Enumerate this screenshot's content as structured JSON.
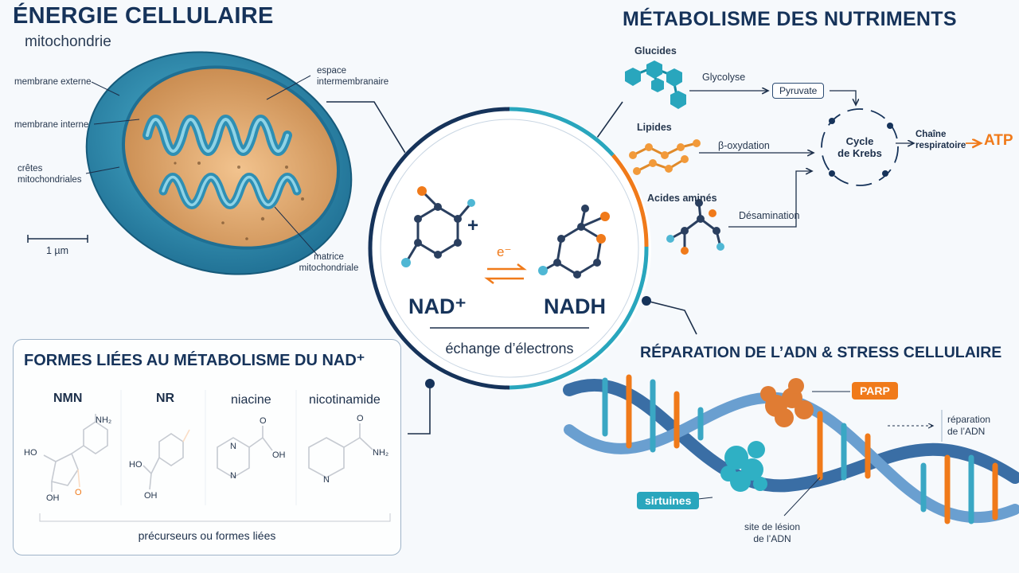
{
  "energy": {
    "title": "ÉNERGIE CELLULAIRE",
    "subtitle": "mitochondrie",
    "labels": {
      "outer_membrane": "membrane externe",
      "inner_membrane": "membrane interne",
      "cristae_1": "crêtes",
      "cristae_2": "mitochondriales",
      "intermembrane_1": "espace",
      "intermembrane_2": "intermembranaire",
      "matrix_1": "matrice",
      "matrix_2": "mitochondriale"
    },
    "scale": "1 µm"
  },
  "center": {
    "nad": "NAD⁺",
    "nadh": "NADH",
    "electron": "e⁻",
    "plus": "+",
    "exchange": "échange d’électrons"
  },
  "metabolism": {
    "title": "MÉTABOLISME DES NUTRIMENTS",
    "sources": [
      "Glucides",
      "Lipides",
      "Acides aminés"
    ],
    "processes": [
      "Glycolyse",
      "β-oxydation",
      "Désamination"
    ],
    "pyruvate": "Pyruvate",
    "krebs_1": "Cycle",
    "krebs_2": "de Krebs",
    "chain_1": "Chaîne",
    "chain_2": "respiratoire",
    "atp": "ATP",
    "colors": {
      "accent": "#f07a1a",
      "navy": "#16335a",
      "teal": "#29a6bd"
    }
  },
  "forms": {
    "title": "FORMES LIÉES AU MÉTABOLISME DU NAD⁺",
    "names": [
      "NMN",
      "NR",
      "niacine",
      "nicotinamide"
    ],
    "footer": "précurseurs ou formes liées",
    "atoms": {
      "nh2": "NH₂",
      "ho": "HO",
      "oh": "OH",
      "o": "O",
      "n": "N"
    }
  },
  "dna": {
    "title": "RÉPARATION DE L’ADN & STRESS CELLULAIRE",
    "parp": "PARP",
    "sirtuins": "sirtuines",
    "repair_1": "réparation",
    "repair_2": "de l’ADN",
    "lesion_1": "site de lésion",
    "lesion_2": "de l’ADN"
  }
}
